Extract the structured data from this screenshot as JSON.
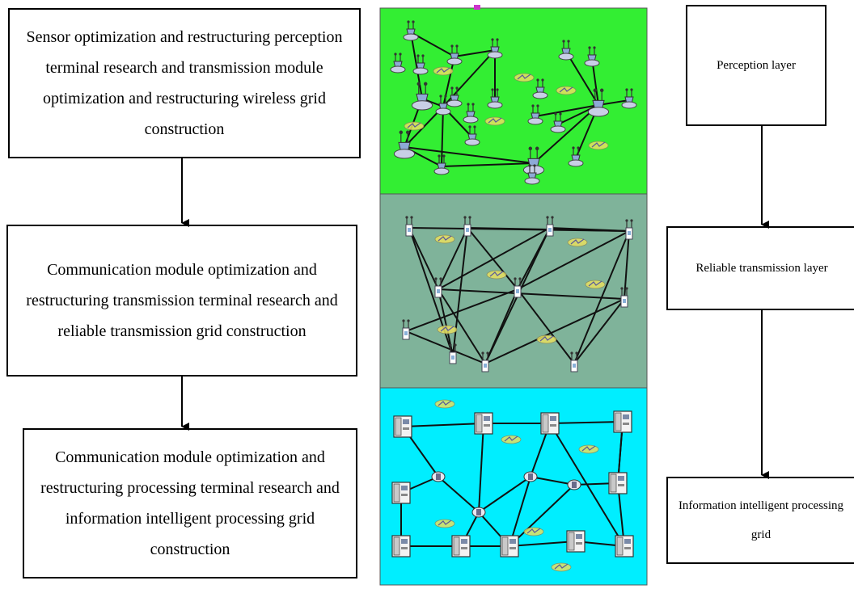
{
  "process_steps": [
    {
      "id": "step-1",
      "text": "Sensor optimization and restructuring perception terminal research and transmission module optimization and restructuring wireless  grid construction"
    },
    {
      "id": "step-2",
      "text": "Communication module optimization and restructuring transmission terminal research and reliable transmission grid construction"
    },
    {
      "id": "step-3",
      "text": "Communication module optimization and restructuring processing terminal research and information intelligent processing grid construction"
    }
  ],
  "layers": [
    {
      "id": "layer-1",
      "text": "Perception layer"
    },
    {
      "id": "layer-2",
      "text": "Reliable transmission layer"
    },
    {
      "id": "layer-3",
      "text": "Information intelligent processing grid"
    }
  ],
  "panels": [
    {
      "id": "perception-network",
      "background": "#33ee33",
      "node_icon": "antenna-sensor-icon"
    },
    {
      "id": "transmission-network",
      "background": "#7fb39a",
      "node_icon": "antenna-tower-icon"
    },
    {
      "id": "processing-network",
      "background": "#00eeff",
      "node_icon": "server-computer-icon"
    }
  ],
  "colors": {
    "border": "#000000",
    "link": "#111111",
    "wireless": "#e8e060"
  }
}
